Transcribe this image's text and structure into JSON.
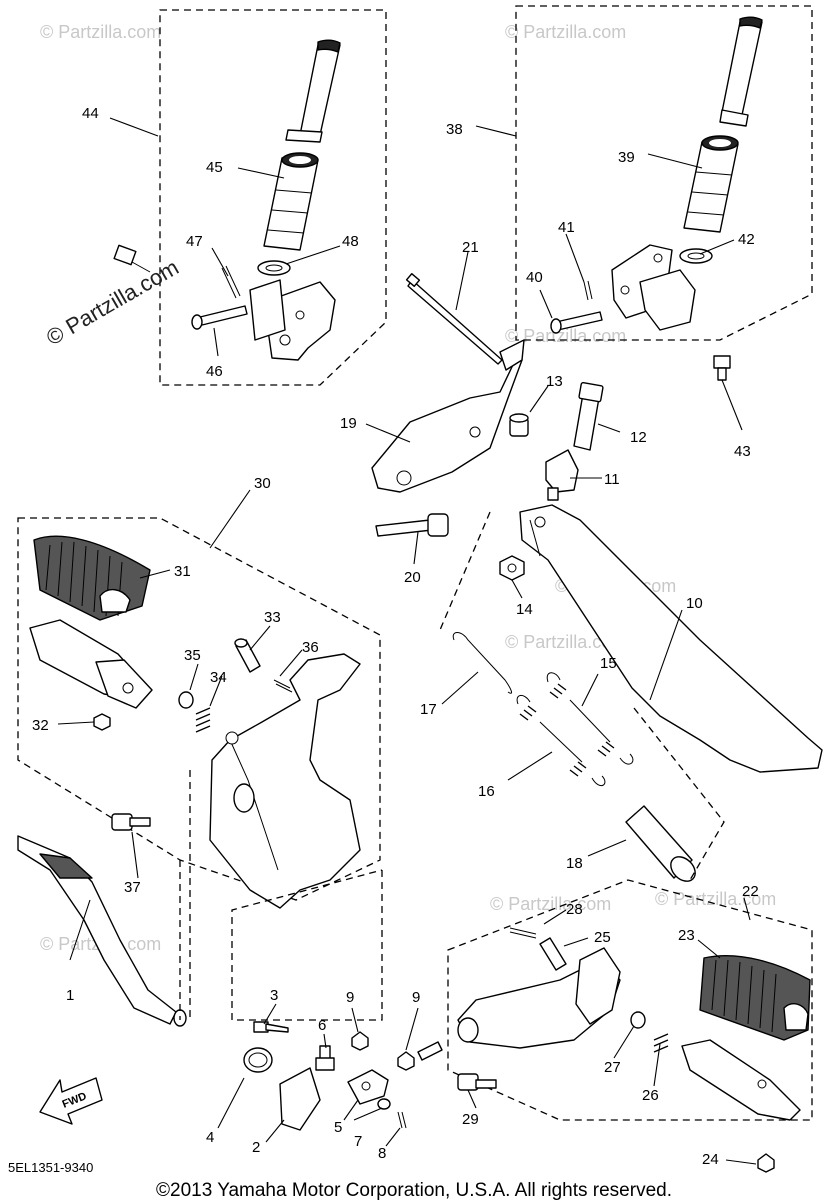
{
  "diagram_code": "5EL1351-9340",
  "copyright": "©2013 Yamaha Motor Corporation, U.S.A. All rights reserved.",
  "watermark_main": "© Partzilla.com",
  "watermark_small": "© Partzilla.com",
  "fwd_label": "FWD",
  "callouts": {
    "c1": "1",
    "c2": "2",
    "c3": "3",
    "c4": "4",
    "c5": "5",
    "c6": "6",
    "c7": "7",
    "c8": "8",
    "c9a": "9",
    "c9b": "9",
    "c10": "10",
    "c11": "11",
    "c12": "12",
    "c13": "13",
    "c14": "14",
    "c15": "15",
    "c16": "16",
    "c17": "17",
    "c18": "18",
    "c19": "19",
    "c20": "20",
    "c21": "21",
    "c22": "22",
    "c23": "23",
    "c24": "24",
    "c25": "25",
    "c26": "26",
    "c27": "27",
    "c28": "28",
    "c29": "29",
    "c30": "30",
    "c31": "31",
    "c32": "32",
    "c33": "33",
    "c34": "34",
    "c35": "35",
    "c36": "36",
    "c37": "37",
    "c38": "38",
    "c39": "39",
    "c40": "40",
    "c41": "41",
    "c42": "42",
    "c43": "43",
    "c44": "44",
    "c45": "45",
    "c46": "46",
    "c47": "47",
    "c48": "48"
  }
}
